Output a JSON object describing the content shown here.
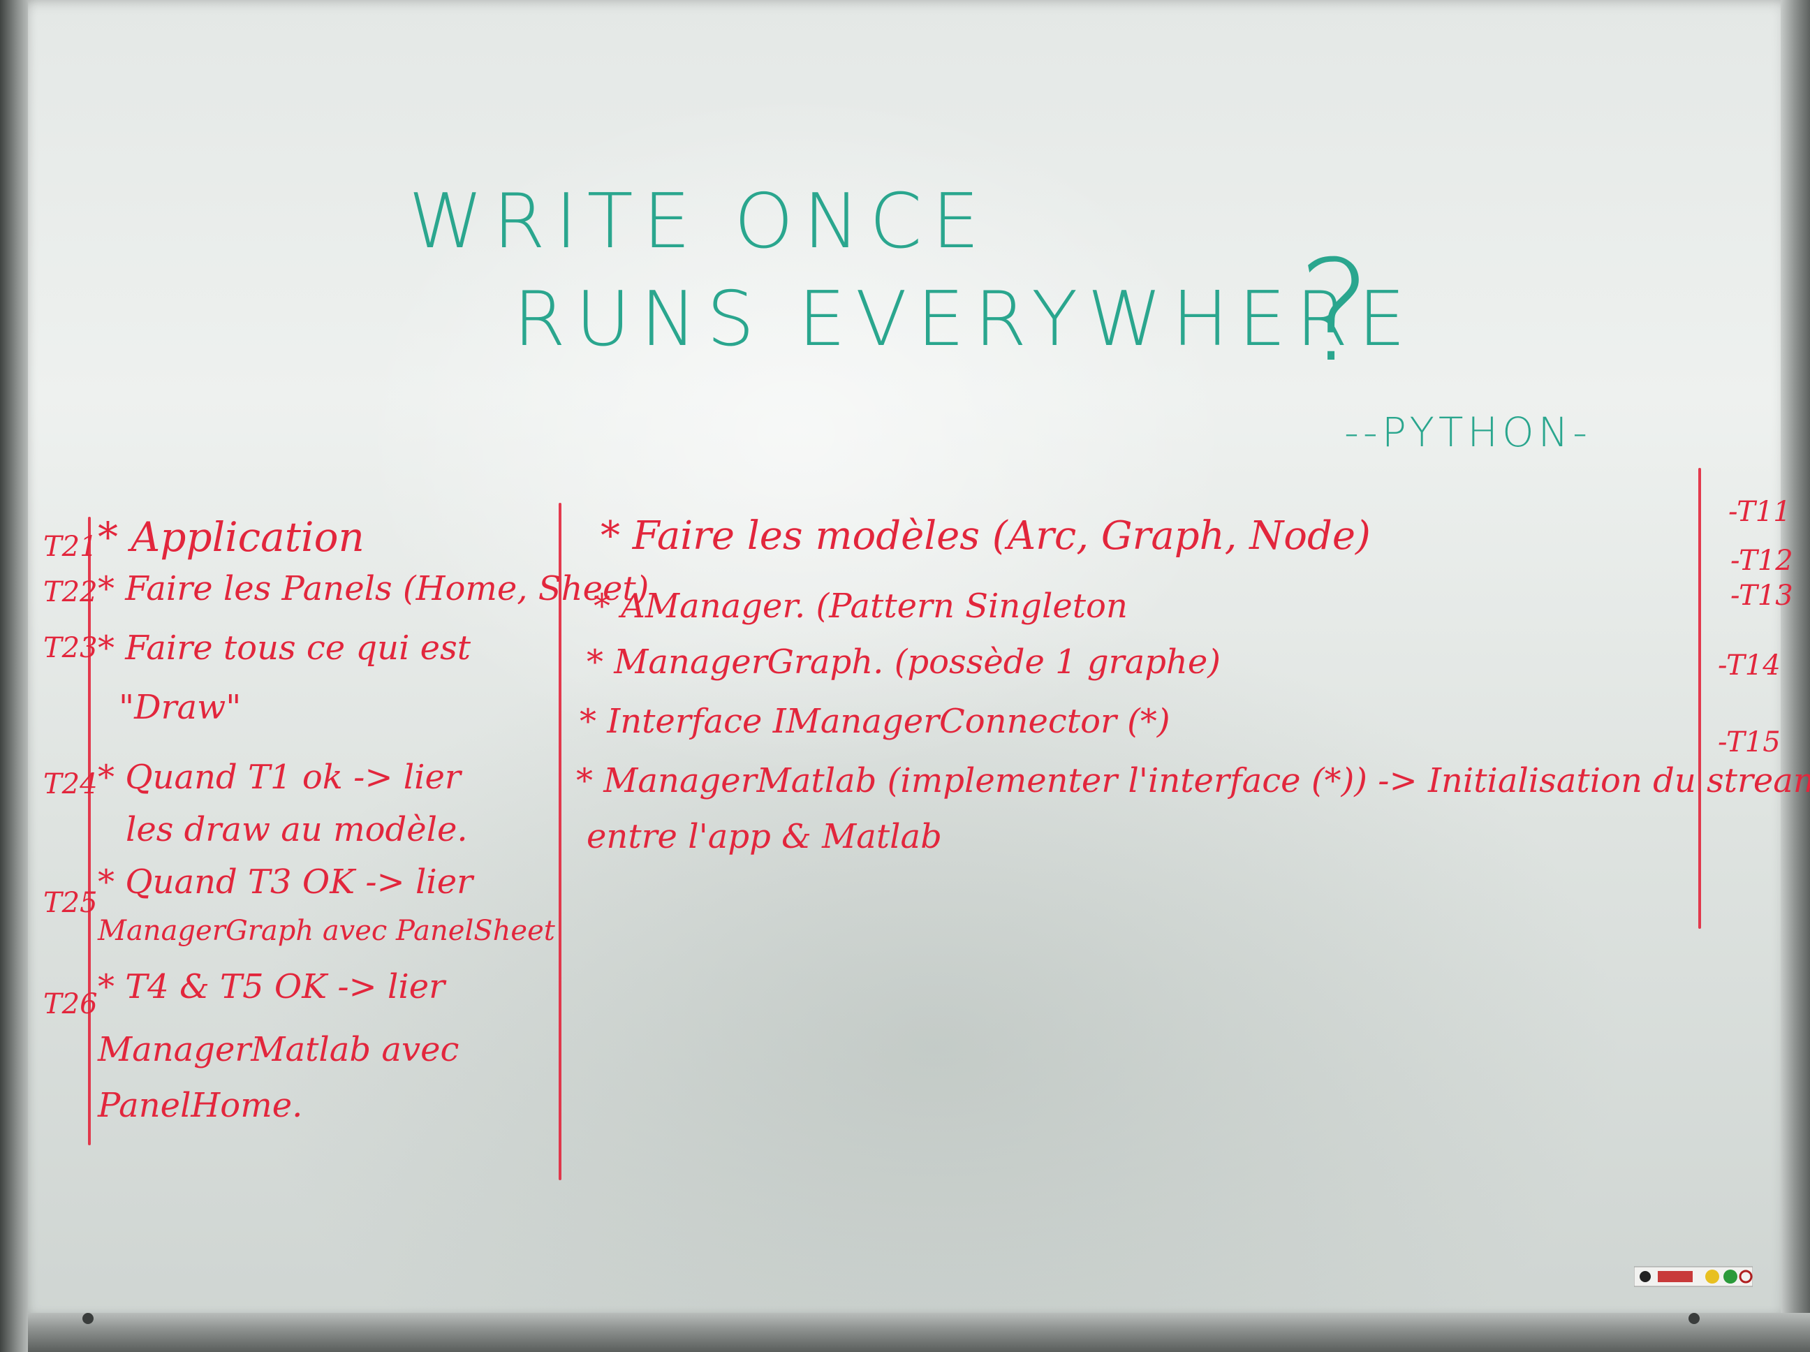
{
  "title_line1": "WRITE ONCE",
  "title_line2": "RUNS EVERYWHERE",
  "title_mark": "?",
  "python_note": "--PYTHON-",
  "left_tags": [
    "T21",
    "T22",
    "T23",
    "T24",
    "T25",
    "T26"
  ],
  "left_items": [
    "* Application",
    "* Faire les Panels (Home, Sheet)",
    "* Faire tous ce qui est",
    "\"Draw\"",
    "* Quand T1 ok -> lier",
    "les draw au modèle.",
    "* Quand T3 OK -> lier",
    "ManagerGraph avec PanelSheet",
    "* T4 & T5 OK -> lier",
    "ManagerMatlab avec",
    "PanelHome."
  ],
  "center_items": [
    "* Faire les modèles (Arc, Graph, Node)",
    "* AManager. (Pattern Singleton",
    "* ManagerGraph. (possède 1 graphe)",
    "* Interface IManagerConnector (*)",
    "* ManagerMatlab (implementer l'interface (*)) -> Initialisation du stream",
    "entre l'app & Matlab"
  ],
  "right_tags": [
    "-T11",
    "-T12",
    "-T13",
    "-T14",
    "-T15"
  ],
  "colors": {
    "marker_red": "#e2263c",
    "marker_green": "#2aa68e",
    "board": "#e7ebe9"
  }
}
